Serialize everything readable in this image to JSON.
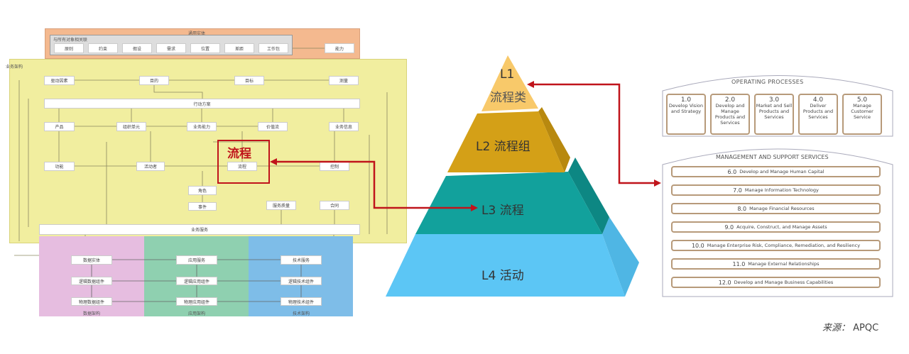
{
  "left": {
    "common": {
      "title": "通用实体",
      "group": "与所有对象相关联",
      "items": [
        "原则",
        "约束",
        "假设",
        "需求",
        "位置",
        "差距",
        "工作包"
      ],
      "capability": "能力"
    },
    "business": {
      "title": "业务架构",
      "nodes": {
        "driver": "驱动因素",
        "goal": "目的",
        "objective": "目标",
        "measure": "测量",
        "course": "行动方案",
        "product": "产品",
        "org": "组织单元",
        "capability": "业务能力",
        "value_stream": "价值流",
        "info": "业务信息",
        "function": "功能",
        "actor": "活动者",
        "process": "流程",
        "control": "控制",
        "role": "角色",
        "event": "事件",
        "qos": "服务质量",
        "contract": "合同",
        "service": "业务服务"
      },
      "highlight": "流程"
    },
    "data": {
      "title": "数据架构",
      "nodes": [
        "数据实体",
        "逻辑数据组件",
        "物理数据组件"
      ]
    },
    "app": {
      "title": "应用架构",
      "nodes": [
        "应用服务",
        "逻辑应用组件",
        "物理应用组件"
      ]
    },
    "tech": {
      "title": "技术架构",
      "nodes": [
        "技术服务",
        "逻辑技术组件",
        "物理技术组件"
      ]
    }
  },
  "pyramid": {
    "l1": "L1",
    "l1_name": "流程类",
    "l2": "L2 流程组",
    "l3": "L3 流程",
    "l4": "L4 活动"
  },
  "apqc": {
    "operating_title": "OPERATING PROCESSES",
    "operating": [
      {
        "n": "1.0",
        "t": "Develop Vision and Strategy"
      },
      {
        "n": "2.0",
        "t": "Develop and Manage Products and Services"
      },
      {
        "n": "3.0",
        "t": "Market and Sell Products and Services"
      },
      {
        "n": "4.0",
        "t": "Deliver Products and Services"
      },
      {
        "n": "5.0",
        "t": "Manage Customer Service"
      }
    ],
    "support_title": "MANAGEMENT AND SUPPORT SERVICES",
    "support": [
      {
        "n": "6.0",
        "t": "Develop and Manage Human Capital"
      },
      {
        "n": "7.0",
        "t": "Manage Information Technology"
      },
      {
        "n": "8.0",
        "t": "Manage Financial Resources"
      },
      {
        "n": "9.0",
        "t": "Acquire, Construct, and Manage Assets"
      },
      {
        "n": "10.0",
        "t": "Manage Enterprise Risk, Compliance, Remediation, and Resiliency"
      },
      {
        "n": "11.0",
        "t": "Manage External Relationships"
      },
      {
        "n": "12.0",
        "t": "Develop and Manage Business Capabilities"
      }
    ]
  },
  "source": {
    "label": "来源：",
    "value": "APQC"
  },
  "colors": {
    "arrow": "#c0141b",
    "yellow": "#f1ee9f",
    "orange": "#f4b98f",
    "l1": "#f8c96a",
    "l2": "#d4a017",
    "l3": "#12a19c",
    "l4": "#5cc6f5"
  }
}
